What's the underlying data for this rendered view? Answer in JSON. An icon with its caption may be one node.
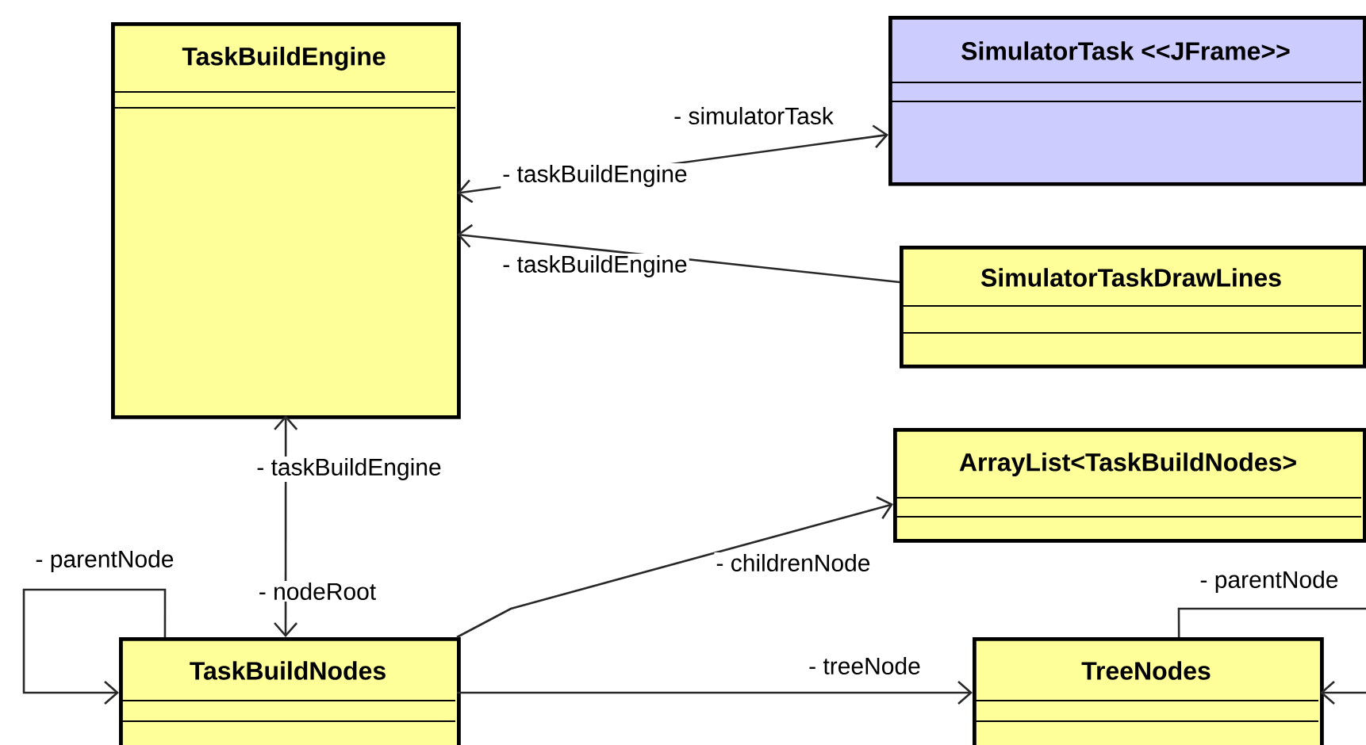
{
  "diagram": {
    "nodes": [
      {
        "text": [
          "TaskBuildEngine"
        ]
      },
      {
        "text": [
          "SimulatorTask <<JFrame>>"
        ]
      },
      {
        "text": [
          "SimulatorTaskDrawLines"
        ]
      },
      {
        "text": [
          "ArrayList<TaskBuildNodes>"
        ]
      },
      {
        "text": [
          "TaskBuildNodes"
        ]
      },
      {
        "text": [
          "TreeNodes"
        ]
      }
    ],
    "edges": [
      {
        "from": 0,
        "to": 1,
        "arrow": "both",
        "label": "- simulatorTask"
      },
      {
        "from": 2,
        "to": 0,
        "arrow": "to",
        "label": "- taskBuildEngine"
      },
      {
        "from": 0,
        "to": 4,
        "arrow": "both",
        "label": "- nodeRoot"
      },
      {
        "from": 4,
        "to": 4,
        "arrow": "to",
        "label": "- parentNode"
      },
      {
        "from": 4,
        "to": 3,
        "arrow": "to",
        "label": "- childrenNode"
      },
      {
        "from": 4,
        "to": 5,
        "arrow": "to",
        "label": "- treeNode"
      },
      {
        "from": 5,
        "to": 5,
        "arrow": "to",
        "label": "- parentNode"
      }
    ],
    "labels": [
      "- taskBuildEngine",
      "- taskBuildEngine"
    ]
  }
}
